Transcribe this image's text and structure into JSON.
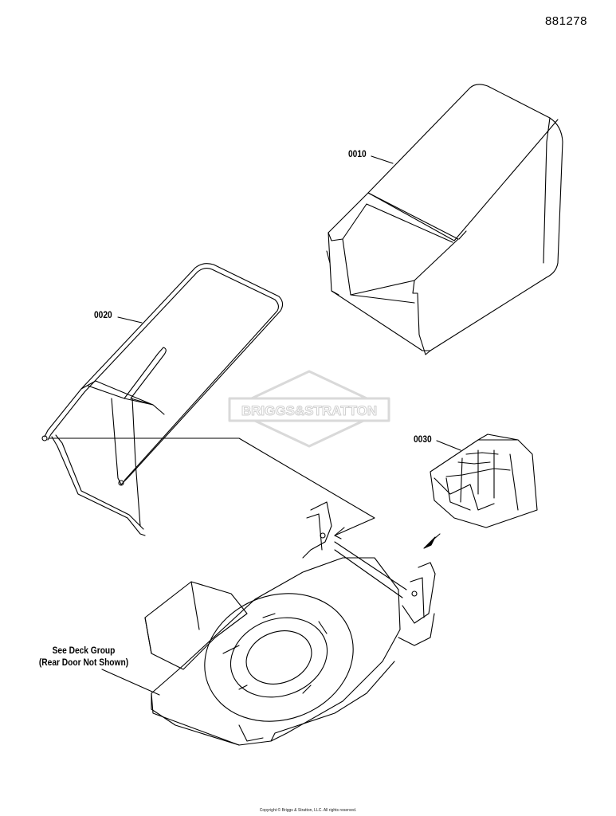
{
  "diagram_number": "881278",
  "callouts": {
    "bag": "0010",
    "frame": "0020",
    "chute": "0030"
  },
  "deck_note": {
    "line1": "See Deck Group",
    "line2": "(Rear Door Not Shown)"
  },
  "watermark": "BRIGGS&STRATTON",
  "copyright": "Copyright © Briggs & Stratton, LLC. All rights reserved.",
  "colors": {
    "line": "#000000",
    "watermark": "#d9d9d9"
  }
}
